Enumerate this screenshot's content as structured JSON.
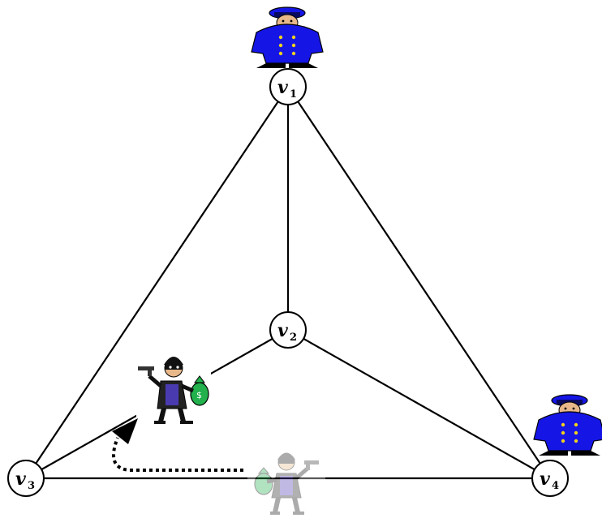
{
  "graph": {
    "vertices": [
      {
        "id": "v1",
        "name": "v",
        "sub": "1"
      },
      {
        "id": "v2",
        "name": "v",
        "sub": "2"
      },
      {
        "id": "v3",
        "name": "v",
        "sub": "3"
      },
      {
        "id": "v4",
        "name": "v",
        "sub": "4"
      }
    ],
    "edges": [
      [
        "v1",
        "v2"
      ],
      [
        "v1",
        "v3"
      ],
      [
        "v1",
        "v4"
      ],
      [
        "v2",
        "v3"
      ],
      [
        "v2",
        "v4"
      ],
      [
        "v3",
        "v4"
      ]
    ]
  },
  "pieces": {
    "cops_at": [
      "v1",
      "v4"
    ],
    "robber_from": "v3-v4 edge",
    "robber_to": "v2-v3 edge"
  },
  "colors": {
    "edge": "#000000",
    "cop_uniform": "#1515e6",
    "cop_buttons": "#f2d21a",
    "robber_bag": "#22b14c",
    "move_arrow": "#000000"
  }
}
